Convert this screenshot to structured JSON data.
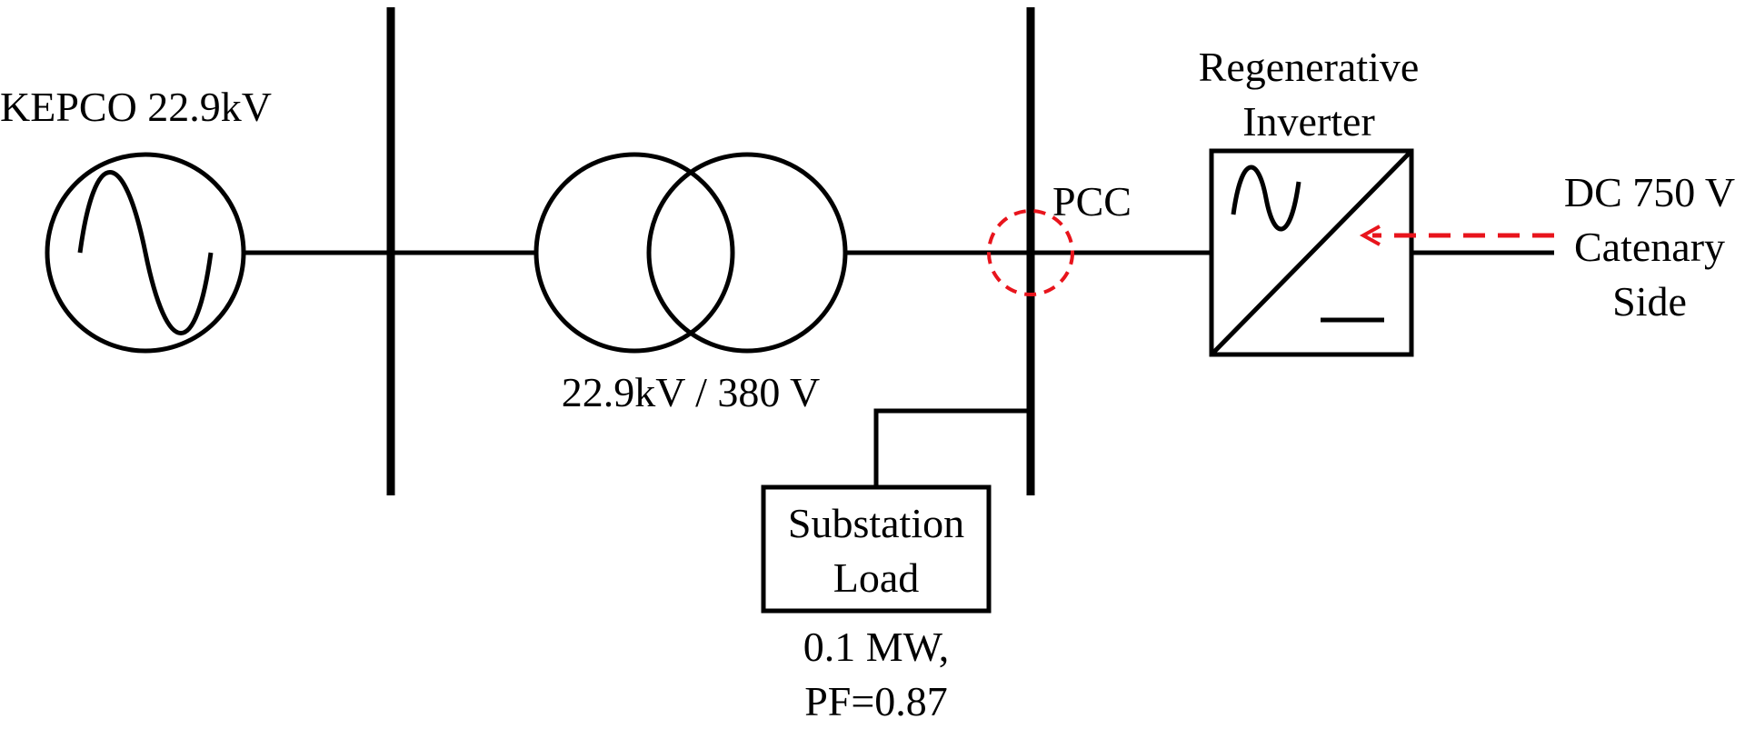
{
  "labels": {
    "source": "KEPCO 22.9kV",
    "transformer_rating": "22.9kV /  380 V",
    "pcc": "PCC",
    "inverter_line1": "Regenerative",
    "inverter_line2": "Inverter",
    "dc_line1": "DC 750 V",
    "dc_line2": "Catenary",
    "dc_line3": "Side",
    "load_line1": "Substation",
    "load_line2": "Load",
    "load_rating_line1": "0.1 MW,",
    "load_rating_line2": "PF=0.87"
  },
  "colors": {
    "line": "#000000",
    "highlight": "#e8141c"
  }
}
